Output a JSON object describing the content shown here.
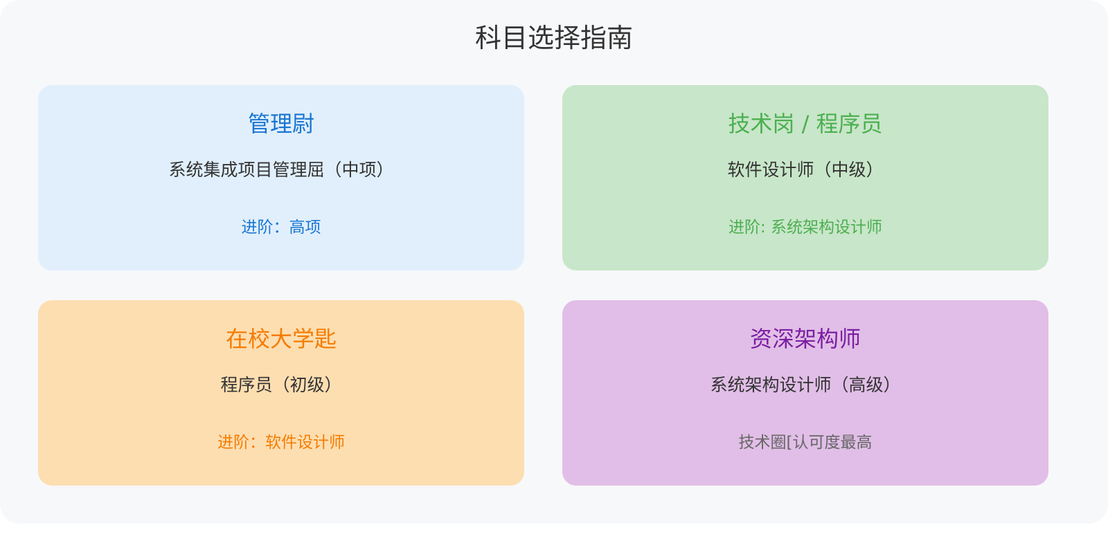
{
  "page": {
    "title": "科目选择指南"
  },
  "cards": [
    {
      "title": "管理尉",
      "subject": "系统集成项目管理屈（中项）",
      "note": "进阶：高项",
      "background": "#e1effc",
      "accent": "#1976d2",
      "note_color": "#1976d2"
    },
    {
      "title": "技术岗 / 程序员",
      "subject": "软件设计师（中级）",
      "note": "进阶: 系统架构设计师",
      "background": "#c8e6c9",
      "accent": "#4caf50",
      "note_color": "#4caf50"
    },
    {
      "title": "在校大学匙",
      "subject": "程序员（初级）",
      "note": "进阶：软件设计师",
      "background": "#fddeb1",
      "accent": "#f57c00",
      "note_color": "#f57c00"
    },
    {
      "title": "资深架构师",
      "subject": "系统架构设计师（高级）",
      "note": "技术圈[认可度最高",
      "background": "#e1bee7",
      "accent": "#7b1fa2",
      "note_color": "#666666"
    }
  ]
}
